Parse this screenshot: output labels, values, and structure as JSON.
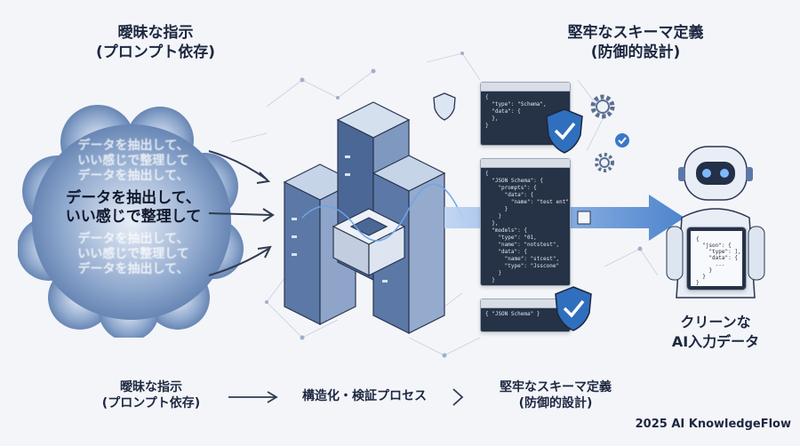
{
  "top_left_title": {
    "line1": "曖昧な指示",
    "line2": "(プロンプト依存)"
  },
  "top_right_title": {
    "line1": "堅牢なスキーマ定義",
    "line2": "(防御的設計)"
  },
  "cloud": {
    "lines": [
      "データを抽出して、",
      "いい感じで整理して",
      "データを抽出して、",
      "データを抽出して、",
      "いい感じで整理して",
      "データを抽出して、",
      "いい感じで整理して",
      "データを抽出して、"
    ]
  },
  "schema_panels": [
    {
      "code": "{\n  \"type\": \"Schema\",\n  \"data\": {\n  },\n}"
    },
    {
      "code": "{\n  \"JSON Schema\": {\n    \"prompts\": {\n      \"data\": {\n        \"name\": \"test ent\"\n      }\n    }\n  },\n  \"models\": {\n    \"type\": \"01,\n    \"name\": \"notstest\",\n    \"data\": {\n      \"name\": \"stcest\",\n      \"type\": \"Jsscone\"\n    }\n  }"
    },
    {
      "code": "{ \"JSON Schema\" }"
    }
  ],
  "robot_tablet": {
    "code": "{\n  \"json\": {\n    \"type\": ],\n    \"data\": {\n      ...\n    }\n  }\n}"
  },
  "robot_label": {
    "line1": "クリーンな",
    "line2": "AI入力データ"
  },
  "bottom_flow": {
    "step1_line1": "曖昧な指示",
    "step1_line2": "(プロンプト依存)",
    "step2": "構造化・検証プロセス",
    "step3_line1": "堅牢なスキーマ定義",
    "step3_line2": "(防御的設計)"
  },
  "brand": "2025 AI KnowledgeFlow",
  "colors": {
    "accent": "#3b78c9",
    "dark": "#263246",
    "cloud": "#5d7fb0"
  }
}
